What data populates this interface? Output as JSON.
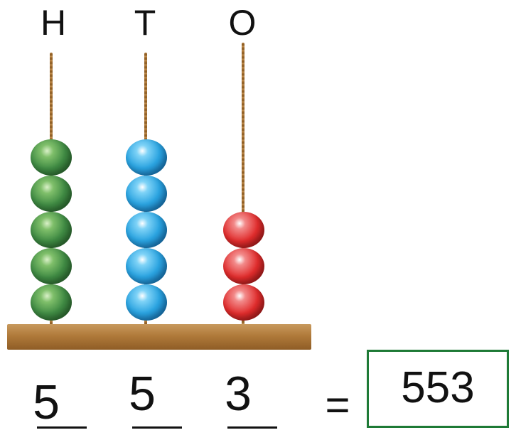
{
  "columns": [
    {
      "label": "H",
      "beads": 5,
      "bead_color": "#3f8a43",
      "digit": "5"
    },
    {
      "label": "T",
      "beads": 5,
      "bead_color": "#2aa3e0",
      "digit": "5"
    },
    {
      "label": "O",
      "beads": 3,
      "bead_color": "#e02c2c",
      "digit": "3"
    }
  ],
  "equals": "=",
  "answer": "553"
}
